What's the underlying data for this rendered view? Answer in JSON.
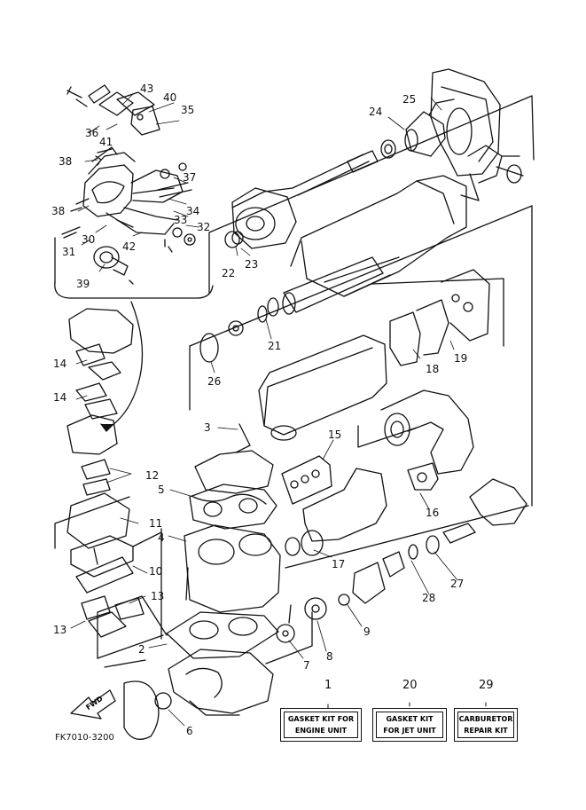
{
  "diagram": {
    "drawing_code": "FK7010-3200",
    "fwd_label": "FWD",
    "callouts": [
      {
        "id": "c43",
        "text": "43"
      },
      {
        "id": "c40",
        "text": "40"
      },
      {
        "id": "c35",
        "text": "35"
      },
      {
        "id": "c36",
        "text": "36"
      },
      {
        "id": "c41",
        "text": "41"
      },
      {
        "id": "c38a",
        "text": "38"
      },
      {
        "id": "c37",
        "text": "37"
      },
      {
        "id": "c34",
        "text": "34"
      },
      {
        "id": "c38b",
        "text": "38"
      },
      {
        "id": "c33",
        "text": "33"
      },
      {
        "id": "c32",
        "text": "32"
      },
      {
        "id": "c30",
        "text": "30"
      },
      {
        "id": "c42",
        "text": "42"
      },
      {
        "id": "c31",
        "text": "31"
      },
      {
        "id": "c39",
        "text": "39"
      },
      {
        "id": "c25",
        "text": "25"
      },
      {
        "id": "c24",
        "text": "24"
      },
      {
        "id": "c22",
        "text": "22"
      },
      {
        "id": "c23",
        "text": "23"
      },
      {
        "id": "c21",
        "text": "21"
      },
      {
        "id": "c26",
        "text": "26"
      },
      {
        "id": "c18",
        "text": "18"
      },
      {
        "id": "c19",
        "text": "19"
      },
      {
        "id": "c14a",
        "text": "14"
      },
      {
        "id": "c14b",
        "text": "14"
      },
      {
        "id": "c3",
        "text": "3"
      },
      {
        "id": "c15",
        "text": "15"
      },
      {
        "id": "c12",
        "text": "12"
      },
      {
        "id": "c5",
        "text": "5"
      },
      {
        "id": "c11",
        "text": "11"
      },
      {
        "id": "c4",
        "text": "4"
      },
      {
        "id": "c16",
        "text": "16"
      },
      {
        "id": "c17",
        "text": "17"
      },
      {
        "id": "c10",
        "text": "10"
      },
      {
        "id": "c27",
        "text": "27"
      },
      {
        "id": "c28",
        "text": "28"
      },
      {
        "id": "c13a",
        "text": "13"
      },
      {
        "id": "c13b",
        "text": "13"
      },
      {
        "id": "c9",
        "text": "9"
      },
      {
        "id": "c2",
        "text": "2"
      },
      {
        "id": "c8",
        "text": "8"
      },
      {
        "id": "c7",
        "text": "7"
      },
      {
        "id": "c6",
        "text": "6"
      }
    ],
    "kits": [
      {
        "number": "1",
        "line1": "GASKET KIT FOR",
        "line2": "ENGINE UNIT"
      },
      {
        "number": "20",
        "line1": "GASKET KIT",
        "line2": "FOR JET UNIT"
      },
      {
        "number": "29",
        "line1": "CARBURETOR",
        "line2": "REPAIR KIT"
      }
    ]
  }
}
